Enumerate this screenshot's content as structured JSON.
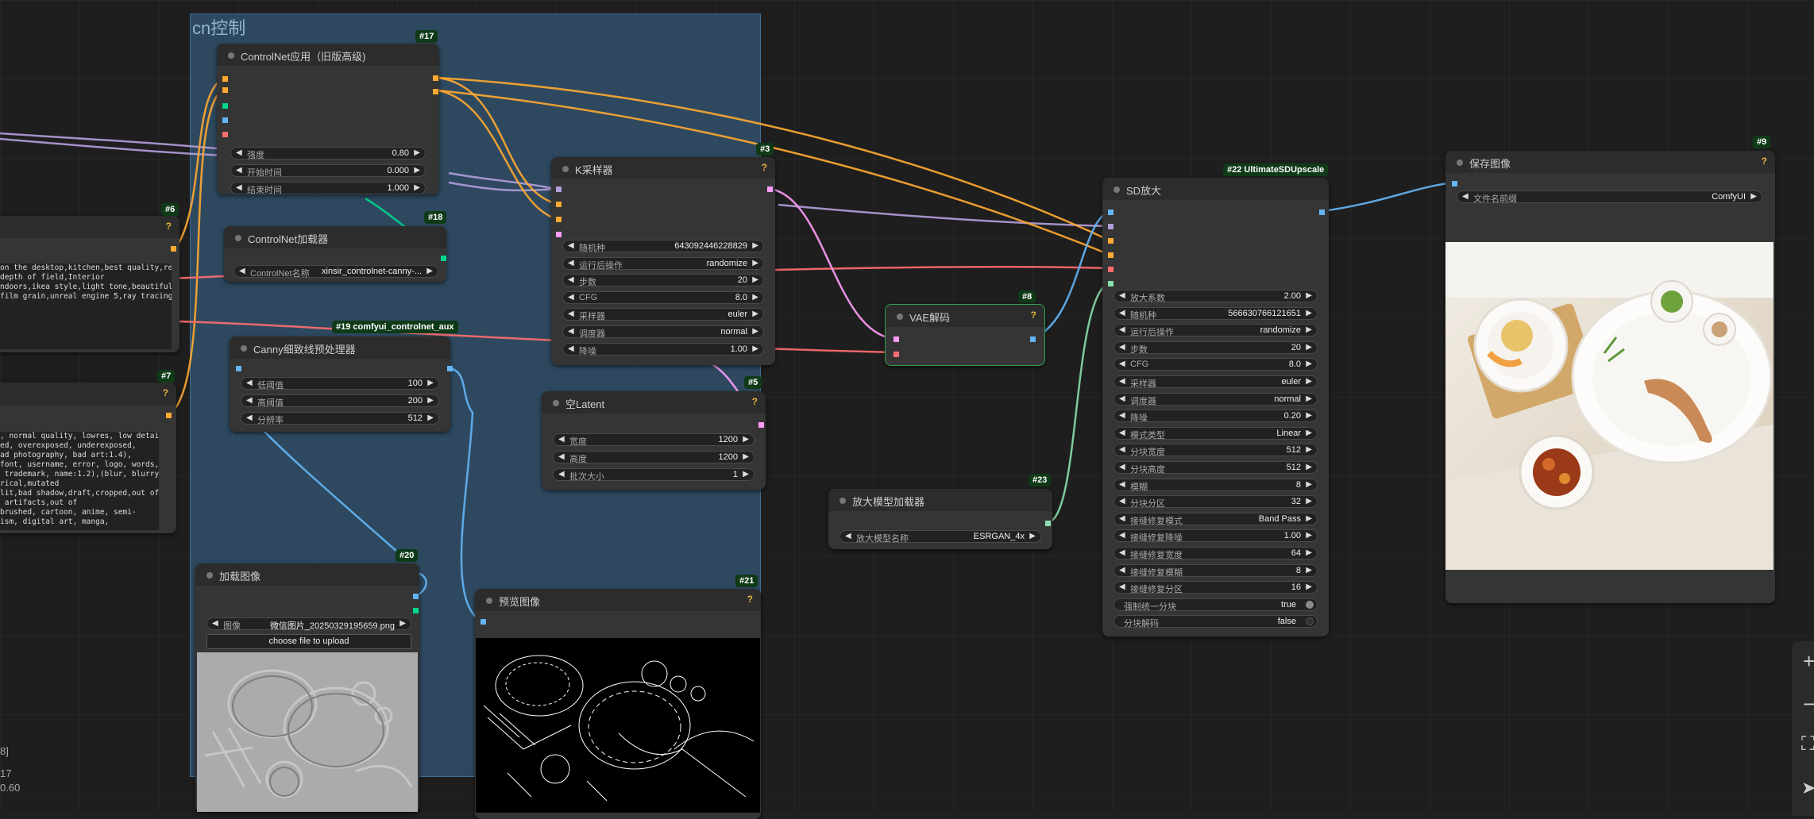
{
  "group": {
    "title": "cn控制"
  },
  "nodes": {
    "n17": {
      "badge": "#17",
      "title": "ControlNet应用（旧版高级)",
      "widgets": [
        {
          "label": "强度",
          "value": "0.80"
        },
        {
          "label": "开始时间",
          "value": "0.000"
        },
        {
          "label": "结束时间",
          "value": "1.000"
        }
      ]
    },
    "n18": {
      "badge": "#18",
      "title": "ControlNet加载器",
      "widgets": [
        {
          "label": "ControlNet名称",
          "value": "xinsir_controlnet-canny-..."
        }
      ]
    },
    "n19": {
      "badge": "#19 comfyui_controlnet_aux",
      "title": "Canny细致线预处理器",
      "widgets": [
        {
          "label": "低阈值",
          "value": "100"
        },
        {
          "label": "高阈值",
          "value": "200"
        },
        {
          "label": "分辨率",
          "value": "512"
        }
      ]
    },
    "n20": {
      "badge": "#20",
      "title": "加载图像",
      "widgets": [
        {
          "label": "图像",
          "value": "微信图片_20250329195659.png"
        }
      ],
      "button": "choose file to upload"
    },
    "n21": {
      "badge": "#21",
      "title": "预览图像"
    },
    "n3": {
      "badge": "#3",
      "title": "K采样器",
      "widgets": [
        {
          "label": "随机种",
          "value": "643092446228829"
        },
        {
          "label": "运行后操作",
          "value": "randomize"
        },
        {
          "label": "步数",
          "value": "20"
        },
        {
          "label": "CFG",
          "value": "8.0"
        },
        {
          "label": "采样器",
          "value": "euler"
        },
        {
          "label": "调度器",
          "value": "normal"
        },
        {
          "label": "降噪",
          "value": "1.00"
        }
      ]
    },
    "n5": {
      "badge": "#5",
      "title": "空Latent",
      "widgets": [
        {
          "label": "宽度",
          "value": "1200"
        },
        {
          "label": "高度",
          "value": "1200"
        },
        {
          "label": "批次大小",
          "value": "1"
        }
      ]
    },
    "n8": {
      "badge": "#8",
      "title": "VAE解码"
    },
    "n23": {
      "badge": "#23",
      "title": "放大模型加载器",
      "widgets": [
        {
          "label": "放大模型名称",
          "value": "ESRGAN_4x"
        }
      ]
    },
    "n22": {
      "badge": "#22 UltimateSDUpscale",
      "title": "SD放大",
      "widgets": [
        {
          "label": "放大系数",
          "value": "2.00"
        },
        {
          "label": "随机种",
          "value": "566630766121651"
        },
        {
          "label": "运行后操作",
          "value": "randomize"
        },
        {
          "label": "步数",
          "value": "20"
        },
        {
          "label": "CFG",
          "value": "8.0"
        },
        {
          "label": "采样器",
          "value": "euler"
        },
        {
          "label": "调度器",
          "value": "normal"
        },
        {
          "label": "降噪",
          "value": "0.20"
        },
        {
          "label": "模式类型",
          "value": "Linear"
        },
        {
          "label": "分块宽度",
          "value": "512"
        },
        {
          "label": "分块高度",
          "value": "512"
        },
        {
          "label": "模糊",
          "value": "8"
        },
        {
          "label": "分块分区",
          "value": "32"
        },
        {
          "label": "接缝修复模式",
          "value": "Band Pass"
        },
        {
          "label": "接缝修复降噪",
          "value": "1.00"
        },
        {
          "label": "接缝修复宽度",
          "value": "64"
        },
        {
          "label": "接缝修复模糊",
          "value": "8"
        },
        {
          "label": "接缝修复分区",
          "value": "16"
        }
      ],
      "toggles": [
        {
          "label": "强制统一分块",
          "value": "true"
        },
        {
          "label": "分块解码",
          "value": "false"
        }
      ]
    },
    "n9": {
      "badge": "#9",
      "title": "保存图像",
      "widgets": [
        {
          "label": "文件名前缀",
          "value": "ComfyUI"
        }
      ]
    },
    "n6": {
      "badge": "#6",
      "lines": [
        "on the desktop,kitchen,best quality,real",
        "depth of field,Interior",
        "ndoors,ikea style,light tone,beautiful",
        "film grain,unreal engine 5,ray tracing"
      ]
    },
    "n7": {
      "badge": "#7",
      "lines": [
        ", normal quality, lowres, low details,",
        "ed, overexposed, underexposed,",
        "ad photography, bad art:1.4),",
        "font, username, error, logo, words,",
        " trademark, name:1.2),(blur, blurry,",
        "rical,mutated",
        "lit,bad shadow,draft,cropped,out of",
        " artifacts,out of",
        "brushed, cartoon, anime, semi-",
        "ism, digital art, manga,"
      ]
    }
  },
  "stats": {
    "line1": "8]",
    "line2": "17",
    "line3": "0.60"
  },
  "canvas_controls": {
    "zoom_in": "+",
    "zoom_out": "−",
    "fit": "⛶",
    "locate": "➤"
  },
  "colors": {
    "model": "#b39ddb",
    "conditioning": "#ffa931",
    "latent": "#ff9cf9",
    "vae": "#ff6e6e",
    "image": "#64b5f6",
    "control_net": "#00d78d",
    "upscale_model": "#88ddaa",
    "badge": "#0f3a17",
    "canvas": "#1e1e1e"
  }
}
